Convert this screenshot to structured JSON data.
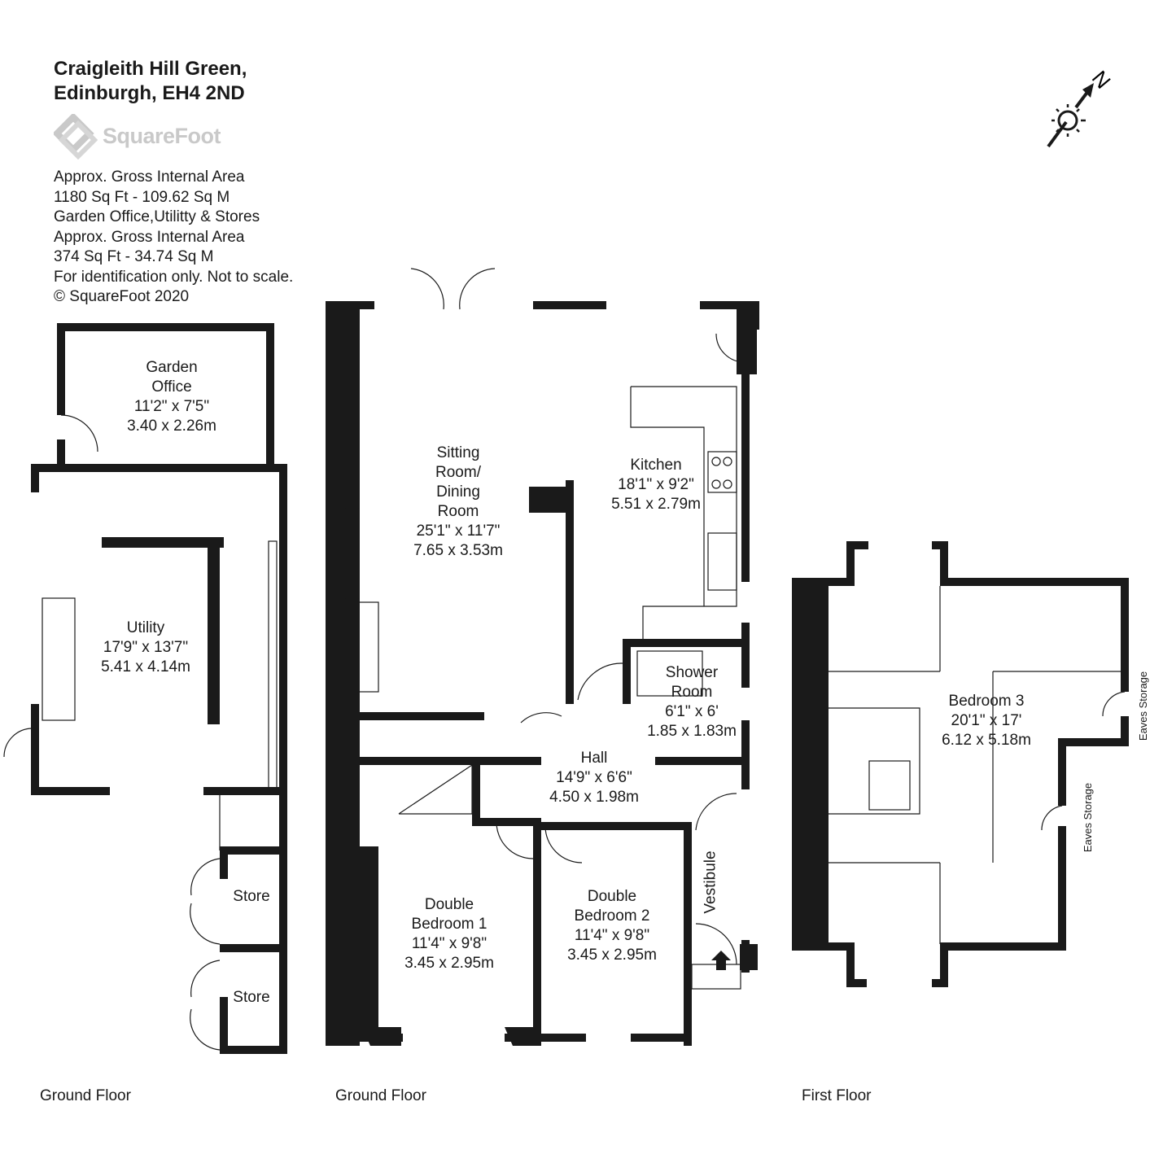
{
  "header": {
    "address_line1": "Craigleith Hill Green,",
    "address_line2": "Edinburgh, EH4 2ND",
    "brand": "SquareFoot"
  },
  "areas": [
    "Approx. Gross Internal Area",
    "1180 Sq Ft  -  109.62 Sq M",
    "Garden Office,Utilitty & Stores",
    "Approx. Gross Internal Area",
    "374 Sq Ft  -  34.74 Sq M",
    "For identification only. Not to scale.",
    "© SquareFoot 2020"
  ],
  "compass": {
    "label": "N"
  },
  "rooms": {
    "garden_office": {
      "name1": "Garden",
      "name2": "Office",
      "imperial": "11'2\" x 7'5\"",
      "metric": "3.40 x 2.26m"
    },
    "utility": {
      "name": "Utility",
      "imperial": "17'9\" x 13'7\"",
      "metric": "5.41 x 4.14m"
    },
    "store1": {
      "name": "Store"
    },
    "store2": {
      "name": "Store"
    },
    "sitting": {
      "name1": "Sitting",
      "name2": "Room/",
      "name3": "Dining",
      "name4": "Room",
      "imperial": "25'1\" x 11'7\"",
      "metric": "7.65 x 3.53m"
    },
    "kitchen": {
      "name": "Kitchen",
      "imperial": "18'1\" x 9'2\"",
      "metric": "5.51 x 2.79m"
    },
    "shower": {
      "name1": "Shower",
      "name2": "Room",
      "imperial": "6'1\" x 6'",
      "metric": "1.85 x 1.83m"
    },
    "hall": {
      "name": "Hall",
      "imperial": "14'9\" x 6'6\"",
      "metric": "4.50 x 1.98m"
    },
    "bed1": {
      "name1": "Double",
      "name2": "Bedroom 1",
      "imperial": "11'4\" x 9'8\"",
      "metric": "3.45 x 2.95m"
    },
    "bed2": {
      "name1": "Double",
      "name2": "Bedroom 2",
      "imperial": "11'4\" x 9'8\"",
      "metric": "3.45 x 2.95m"
    },
    "vestibule": {
      "name": "Vestibule"
    },
    "bed3": {
      "name": "Bedroom 3",
      "imperial": "20'1\" x 17'",
      "metric": "6.12 x 5.18m"
    },
    "eaves1": {
      "name": "Eaves Storage"
    },
    "eaves2": {
      "name": "Eaves Storage"
    }
  },
  "floors": {
    "outbuildings": "Ground Floor",
    "ground": "Ground Floor",
    "first": "First Floor"
  }
}
